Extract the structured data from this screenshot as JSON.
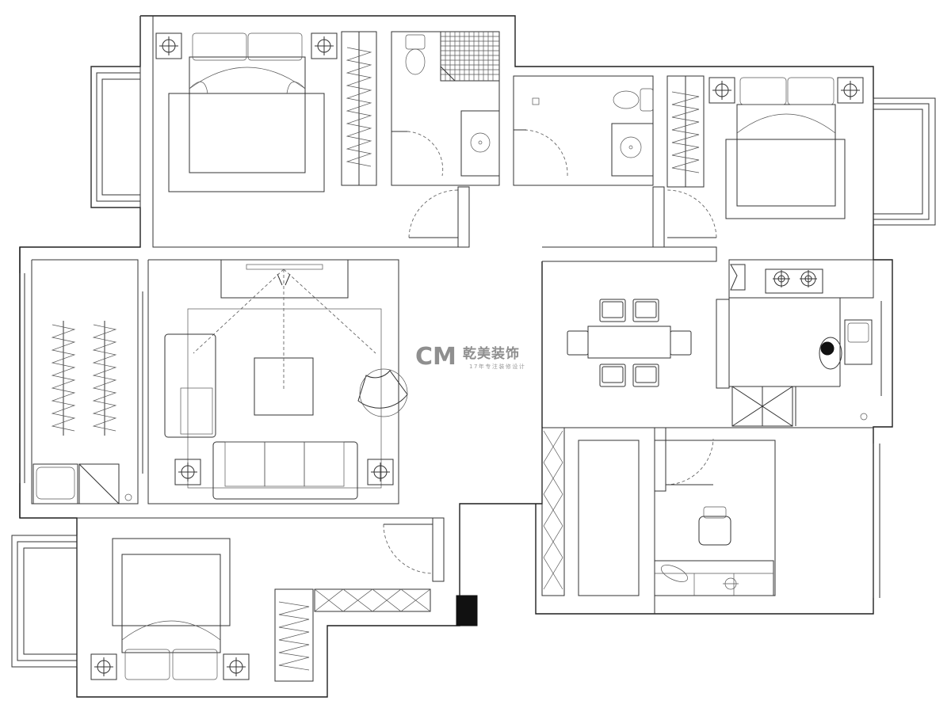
{
  "watermark": {
    "mark": "CM",
    "company_name": "乾美装饰",
    "tagline": "17年专注装修设计"
  }
}
